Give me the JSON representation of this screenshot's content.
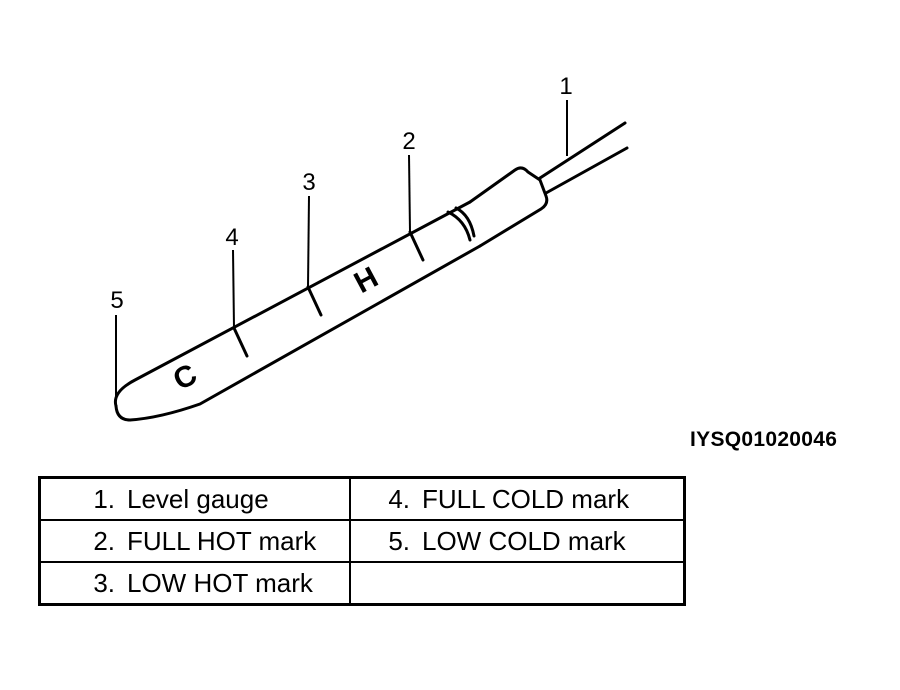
{
  "figure_code": "IYSQ01020046",
  "gauge": {
    "scale_letters": [
      "C",
      "H"
    ],
    "callouts": [
      "1",
      "2",
      "3",
      "4",
      "5"
    ]
  },
  "legend": [
    {
      "num": "1.",
      "label": "Level gauge"
    },
    {
      "num": "4.",
      "label": "FULL COLD mark"
    },
    {
      "num": "2.",
      "label": "FULL HOT mark"
    },
    {
      "num": "5.",
      "label": "LOW COLD mark"
    },
    {
      "num": "3.",
      "label": "LOW HOT mark"
    },
    {
      "num": "",
      "label": ""
    }
  ]
}
